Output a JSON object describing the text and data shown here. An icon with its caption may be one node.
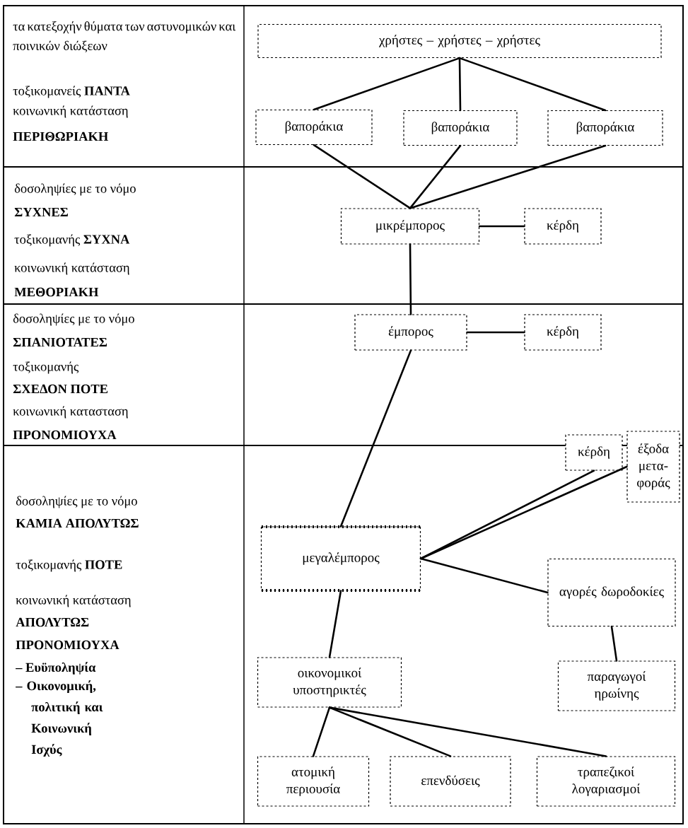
{
  "diagram": {
    "nodes": [
      {
        "text": [
          "χρήστες – χρήστες – χρήστες"
        ]
      },
      {
        "text": [
          "βαποράκια"
        ]
      },
      {
        "text": [
          "βαποράκια"
        ]
      },
      {
        "text": [
          "βαποράκια"
        ]
      },
      {
        "text": [
          "μικρέμπορος"
        ]
      },
      {
        "text": [
          "κέρδη"
        ]
      },
      {
        "text": [
          "έμπορος"
        ]
      },
      {
        "text": [
          "κέρδη"
        ]
      },
      {
        "text": [
          "κέρδη"
        ]
      },
      {
        "text": [
          "έξοδα μετα-φοράς"
        ]
      },
      {
        "text": [
          "μεγαλέμπορος"
        ]
      },
      {
        "text": [
          "αγορές δωροδοκίες"
        ]
      },
      {
        "text": [
          "οικονομικοί υποστηρικτές"
        ]
      },
      {
        "text": [
          "παραγωγοί ηρωίνης"
        ]
      },
      {
        "text": [
          "ατομική περιουσία"
        ]
      },
      {
        "text": [
          "επενδύσεις"
        ]
      },
      {
        "text": [
          "τραπεζικοί λογαριασμοί"
        ]
      }
    ],
    "edges": [
      {
        "from": 0,
        "to": 1,
        "arrow": "none"
      },
      {
        "from": 0,
        "to": 2,
        "arrow": "none"
      },
      {
        "from": 0,
        "to": 3,
        "arrow": "none"
      },
      {
        "from": 1,
        "to": 4,
        "arrow": "none"
      },
      {
        "from": 2,
        "to": 4,
        "arrow": "none"
      },
      {
        "from": 3,
        "to": 4,
        "arrow": "none"
      },
      {
        "from": 4,
        "to": 5,
        "arrow": "none"
      },
      {
        "from": 4,
        "to": 6,
        "arrow": "none"
      },
      {
        "from": 6,
        "to": 7,
        "arrow": "none"
      },
      {
        "from": 6,
        "to": 10,
        "arrow": "none"
      },
      {
        "from": 10,
        "to": 8,
        "arrow": "none"
      },
      {
        "from": 10,
        "to": 9,
        "arrow": "none"
      },
      {
        "from": 10,
        "to": 11,
        "arrow": "none"
      },
      {
        "from": 11,
        "to": 13,
        "arrow": "none"
      },
      {
        "from": 10,
        "to": 12,
        "arrow": "none"
      },
      {
        "from": 12,
        "to": 14,
        "arrow": "none"
      },
      {
        "from": 12,
        "to": 15,
        "arrow": "none"
      },
      {
        "from": 12,
        "to": 16,
        "arrow": "none"
      }
    ],
    "labels": [
      "τα κατεξοχήν θύματα των αστυνομικών και ποινικών διώξεων",
      "τοξικομανείς **ΠΑΝΤΑ**",
      "κοινωνική κατάσταση",
      "ΠΕΡΙΘΩΡΙΑΚΗ",
      "δοσοληψίες με το νόμο",
      "ΣΥΧΝΕΣ",
      "τοξικομανής **ΣΥΧΝΑ**",
      "κοινωνική κατάσταση",
      "ΜΕΘΟΡΙΑΚΗ",
      "δοσοληψίες με το νόμο",
      "ΣΠΑΝΙΟΤΑΤΕΣ",
      "τοξικομανής",
      "ΣΧΕΔΟΝ ΠΟΤΕ",
      "κοινωνική κατασταση",
      "ΠΡΟΝΟΜΙΟΥΧΑ",
      "δοσοληψίες με το νόμο",
      "ΚΑΜΙΑ ΑΠΟΛΥΤΩΣ",
      "τοξικομανής **ΠΟΤΕ**",
      "κοινωνική κατάσταση",
      "ΑΠΟΛΥΤΩΣ",
      "ΠΡΟΝΟΜΙΟΥΧΑ",
      "– Ευϋποληψία",
      "– Οικονομική, πολιτική και Κοινωνική Ισχύς"
    ]
  }
}
